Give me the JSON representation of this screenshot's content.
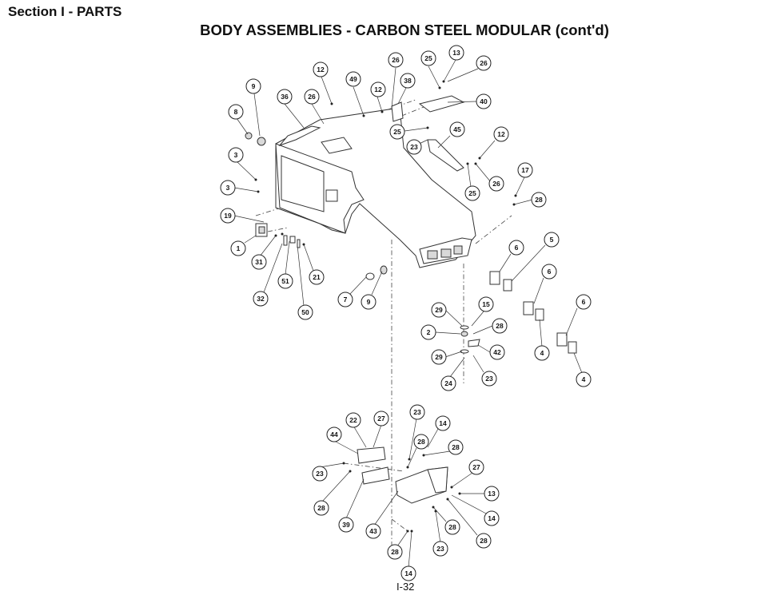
{
  "header": {
    "section": "Section I - PARTS",
    "title": "BODY ASSEMBLIES - CARBON STEEL MODULAR (cont'd)"
  },
  "footer": {
    "page_number": "I-32"
  },
  "diagram": {
    "callouts": [
      "26",
      "25",
      "13",
      "26",
      "12",
      "49",
      "12",
      "38",
      "40",
      "9",
      "36",
      "26",
      "8",
      "25",
      "45",
      "23",
      "12",
      "3",
      "3",
      "17",
      "26",
      "25",
      "28",
      "19",
      "6",
      "5",
      "1",
      "31",
      "51",
      "21",
      "32",
      "50",
      "6",
      "7",
      "9",
      "15",
      "29",
      "6",
      "28",
      "2",
      "42",
      "4",
      "29",
      "23",
      "24",
      "4",
      "23",
      "27",
      "22",
      "14",
      "44",
      "28",
      "28",
      "27",
      "23",
      "13",
      "28",
      "39",
      "14",
      "43",
      "28",
      "28",
      "23",
      "28",
      "14"
    ]
  }
}
